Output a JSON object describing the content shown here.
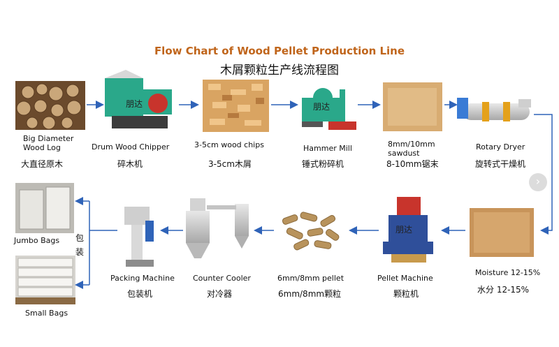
{
  "title_en": "Flow Chart of Wood Pellet Production Line",
  "title_cn": "木屑颗粒生产线流程图",
  "brand": "朋达",
  "steps": [
    {
      "en": "Big Diameter Wood Log",
      "en1": "Big Diameter",
      "en2": "Wood Log",
      "cn": "大直径原木"
    },
    {
      "en": "Drum Wood Chipper",
      "cn": "碎木机"
    },
    {
      "en": "3-5cm wood chips",
      "cn": "3-5cm木屑"
    },
    {
      "en": "Hammer Mill",
      "cn": "锤式粉碎机"
    },
    {
      "en1": "8mm/10mm",
      "en2": "sawdust",
      "cn": "8-10mm锯末"
    },
    {
      "en": "Rotary Dryer",
      "cn": "旋转式干燥机"
    },
    {
      "en": "Moisture 12-15%",
      "cn": "水分 12-15%"
    },
    {
      "en": "Pellet Machine",
      "cn": "颗粒机"
    },
    {
      "en": "6mm/8mm pellet",
      "cn": "6mm/8mm颗粒"
    },
    {
      "en": "Counter Cooler",
      "cn": "对冷器"
    },
    {
      "en": "Packing Machine",
      "cn": "包装机"
    },
    {
      "en": "Jumbo Bags"
    },
    {
      "en": "Small Bags"
    }
  ],
  "packing_label_cn": [
    "包",
    "装"
  ],
  "icons": {
    "next": "chevron-right-icon"
  },
  "colors": {
    "arrow": "#2f63b8",
    "title": "#c0651b"
  }
}
